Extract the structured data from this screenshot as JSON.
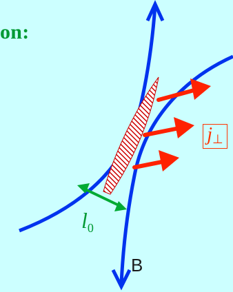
{
  "heading": "on:",
  "labels": {
    "l0_base": "l",
    "l0_sub": "0",
    "j_base": "j",
    "j_sub": "⊥",
    "b_field": "B"
  },
  "colors": {
    "background": "#ccffff",
    "field_lines": "#0033ee",
    "current_arrows": "#ff3300",
    "current_sheet": "#cc0000",
    "width_arrow": "#00aa33",
    "heading": "#009933"
  }
}
